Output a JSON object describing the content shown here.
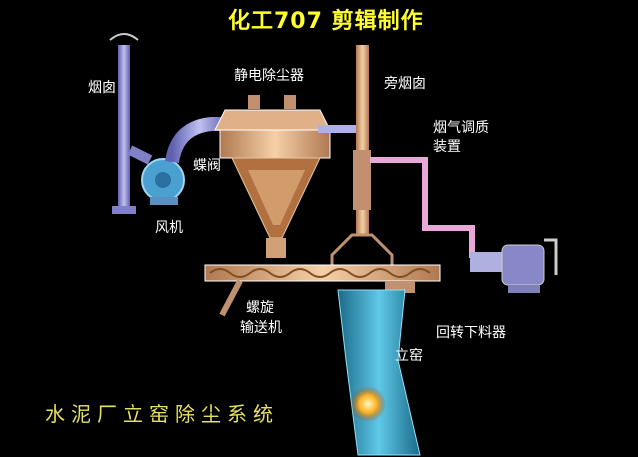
{
  "title": "化工707 剪辑制作",
  "caption": "水泥厂立窑除尘系统",
  "labels": {
    "chimney": "烟囱",
    "precipitator": "静电除尘器",
    "bypass_chimney": "旁烟囱",
    "conditioning_line1": "烟气调质",
    "conditioning_line2": "装置",
    "butterfly_valve": "蝶阀",
    "fan": "风机",
    "screw_line1": "螺旋",
    "screw_line2": "输送机",
    "rotary_feeder": "回转下料器",
    "shaft_kiln": "立窑"
  },
  "colors": {
    "pipe": "#9a9ae0",
    "precipitator": "#f0c8a0",
    "kiln": "#3aa8c8",
    "conditioning": "#e8a8d8",
    "title": "#ffff30"
  }
}
